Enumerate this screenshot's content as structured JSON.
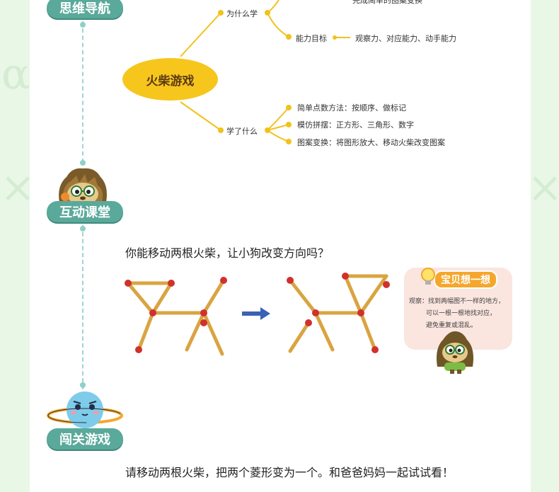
{
  "sections": {
    "mindmap_label": "思维导航",
    "classroom_label": "互动课堂",
    "game_label": "闯关游戏"
  },
  "mindmap": {
    "center": "火柴游戏",
    "why_label": "为什么学",
    "why_top_partial": "完成简单的图案变换",
    "ability_label": "能力目标",
    "ability_text": "观察力、对应能力、动手能力",
    "learned_label": "学了什么",
    "learned_items": [
      "简单点数方法：按顺序、做标记",
      "模仿拼摆：正方形、三角形、数字",
      "图案变换：将图形放大、移动火柴改变图案"
    ]
  },
  "classroom": {
    "question": "你能移动两根火柴，让小狗改变方向吗？"
  },
  "tip": {
    "title": "宝贝想一想",
    "lines": [
      "观察：找到两幅图不一样的地方，",
      "可以一根一根地找对应，",
      "避免重复或混乱。"
    ]
  },
  "game": {
    "question": "请移动两根火柴，把两个菱形变为一个。和爸爸妈妈一起试试看！"
  },
  "colors": {
    "pill": "#5aa99b",
    "center_node": "#f6c61d",
    "branch": "#f2c21b",
    "match_stick": "#d9a441",
    "match_head": "#d0312d",
    "arrow": "#3a62b5"
  }
}
